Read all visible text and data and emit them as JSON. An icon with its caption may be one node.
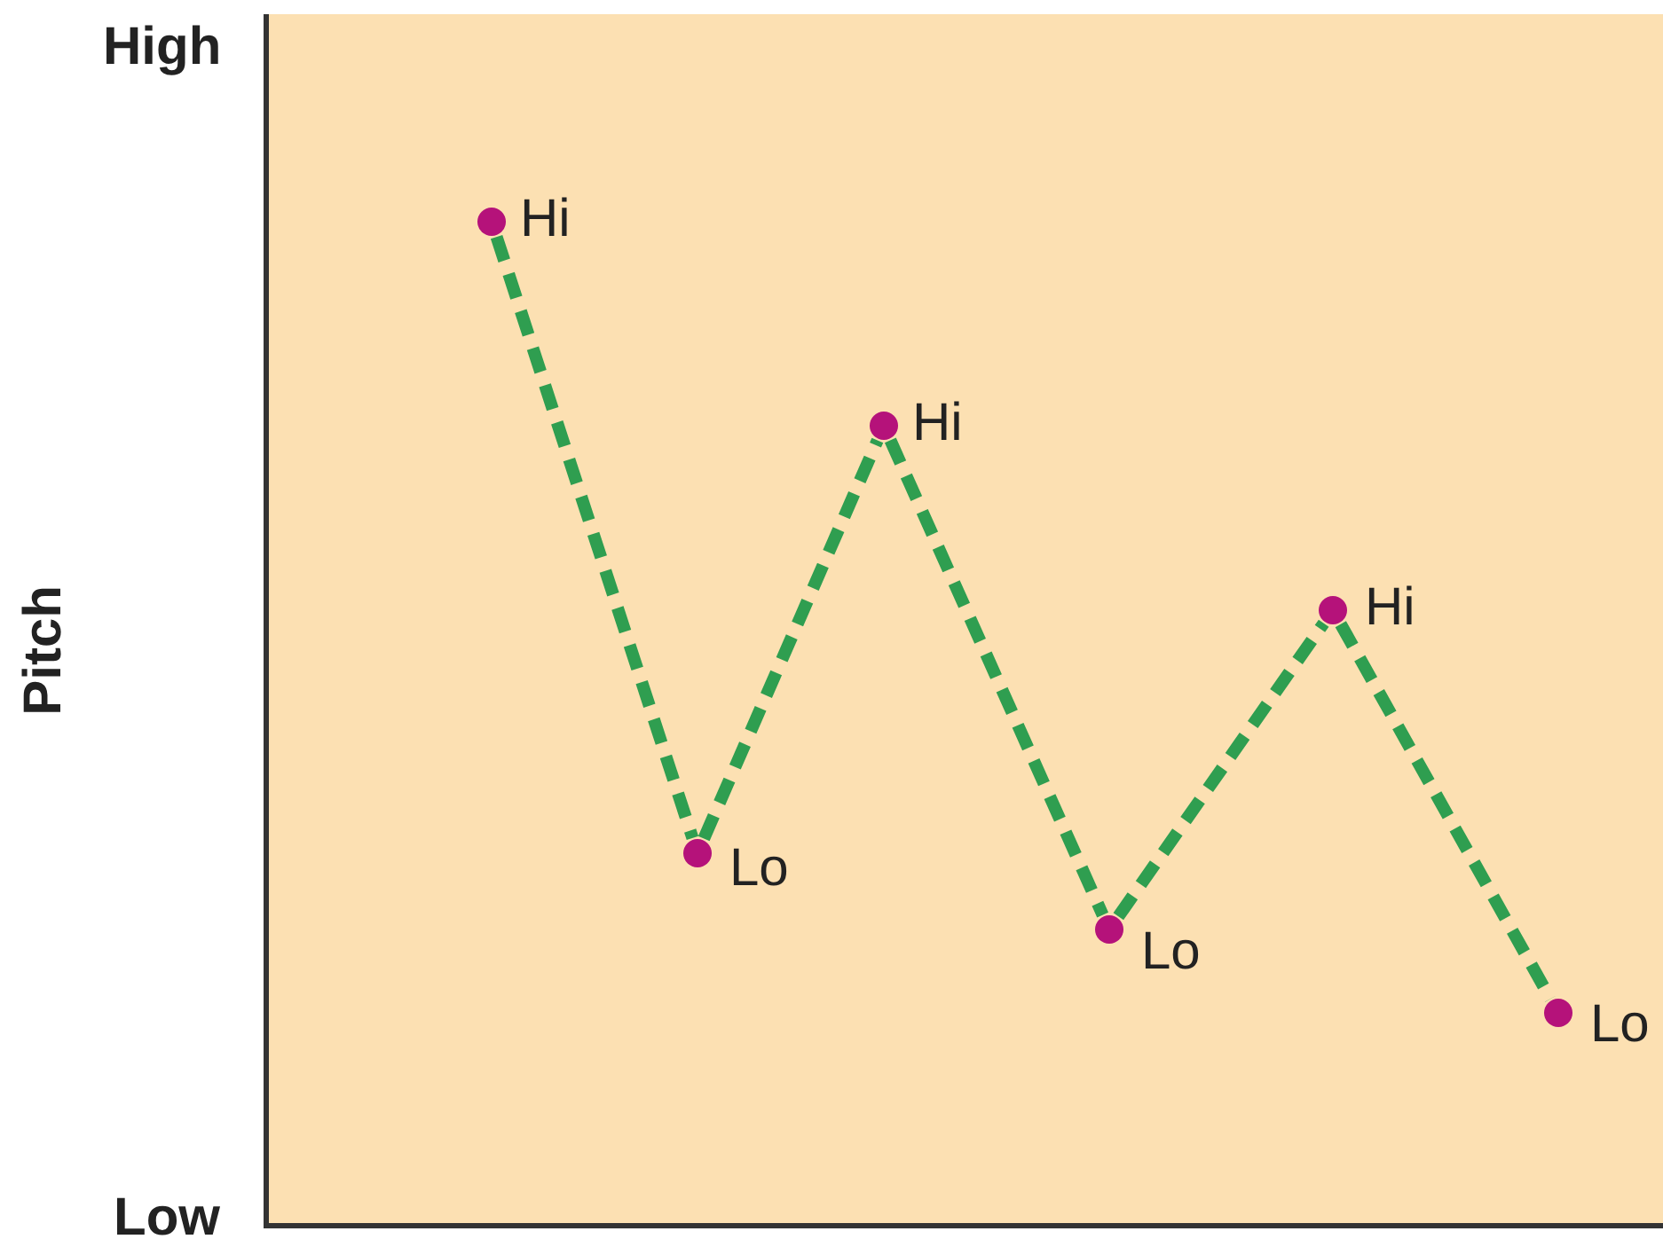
{
  "diagram": {
    "nodes": [
      {
        "text": [],
        "shape": "circle",
        "beside": [
          "Hi"
        ]
      },
      {
        "text": [],
        "shape": "circle",
        "beside": [
          "Lo"
        ]
      },
      {
        "text": [],
        "shape": "circle",
        "beside": [
          "Hi"
        ]
      },
      {
        "text": [],
        "shape": "circle",
        "beside": [
          "Lo"
        ]
      },
      {
        "text": [],
        "shape": "circle",
        "beside": [
          "Hi"
        ]
      },
      {
        "text": [],
        "shape": "circle",
        "beside": [
          "Lo"
        ]
      }
    ],
    "edges": [
      {
        "from": 0,
        "to": 1,
        "arrow": "none",
        "style": "dashed"
      },
      {
        "from": 1,
        "to": 2,
        "arrow": "none",
        "style": "dashed"
      },
      {
        "from": 2,
        "to": 3,
        "arrow": "none",
        "style": "dashed"
      },
      {
        "from": 3,
        "to": 4,
        "arrow": "none",
        "style": "dashed"
      },
      {
        "from": 4,
        "to": 5,
        "arrow": "none",
        "style": "dashed"
      }
    ],
    "labels": [
      "High",
      "Pitch",
      "Low"
    ]
  }
}
